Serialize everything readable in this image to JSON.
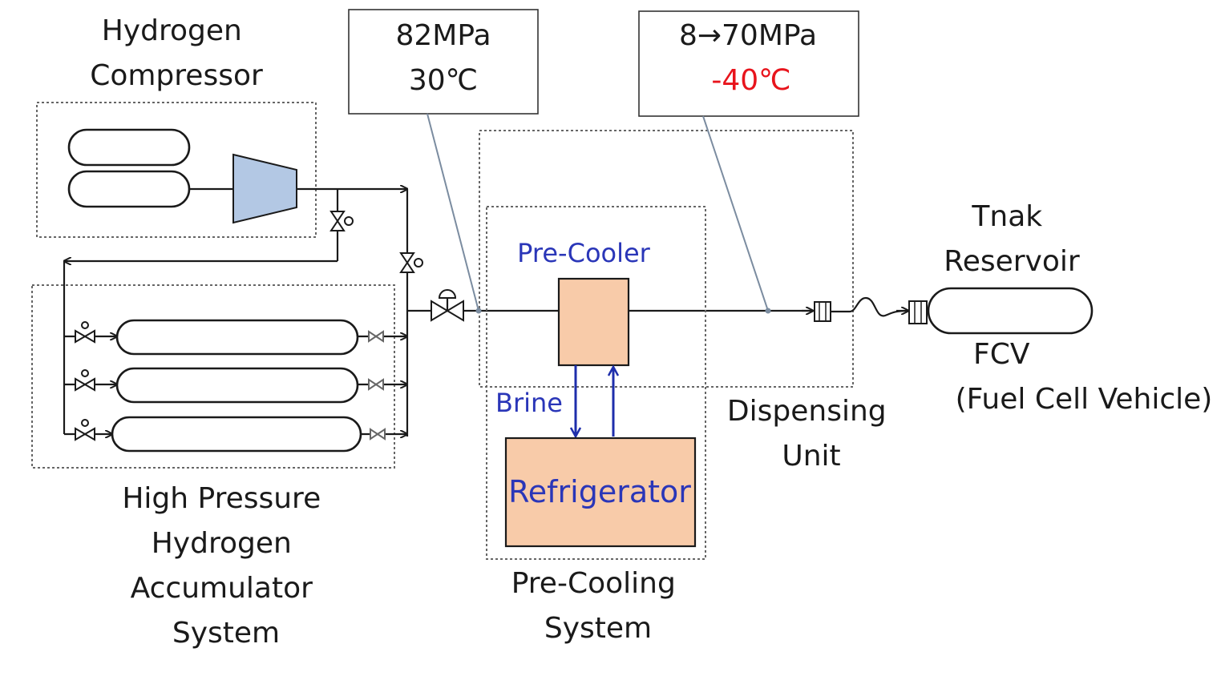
{
  "labels": {
    "compressor": [
      "Hydrogen",
      "Compressor"
    ],
    "accumulator": [
      "High Pressure",
      "Hydrogen",
      "Accumulator",
      "System"
    ],
    "precooler": "Pre-Cooler",
    "brine": "Brine",
    "refrigerator": "Refrigerator",
    "precooling_system": [
      "Pre-Cooling",
      "System"
    ],
    "dispensing_unit": [
      "Dispensing",
      "Unit"
    ],
    "tank_reservoir": [
      "Tnak",
      "Reservoir"
    ],
    "fcv": [
      "FCV",
      "(Fuel Cell Vehicle)"
    ]
  },
  "callouts": {
    "inlet": {
      "pressure": "82MPa",
      "temperature": "30℃"
    },
    "outlet": {
      "pressure": "8→70MPa",
      "temperature": "-40℃"
    }
  },
  "colors": {
    "text": "#1a1a1a",
    "blue_label": "#2a36b8",
    "warning_red": "#e8141c",
    "cooler_fill": "#f8cba9",
    "compressor_fill": "#b3c8e4",
    "arrow_blue": "#1e2eab"
  }
}
